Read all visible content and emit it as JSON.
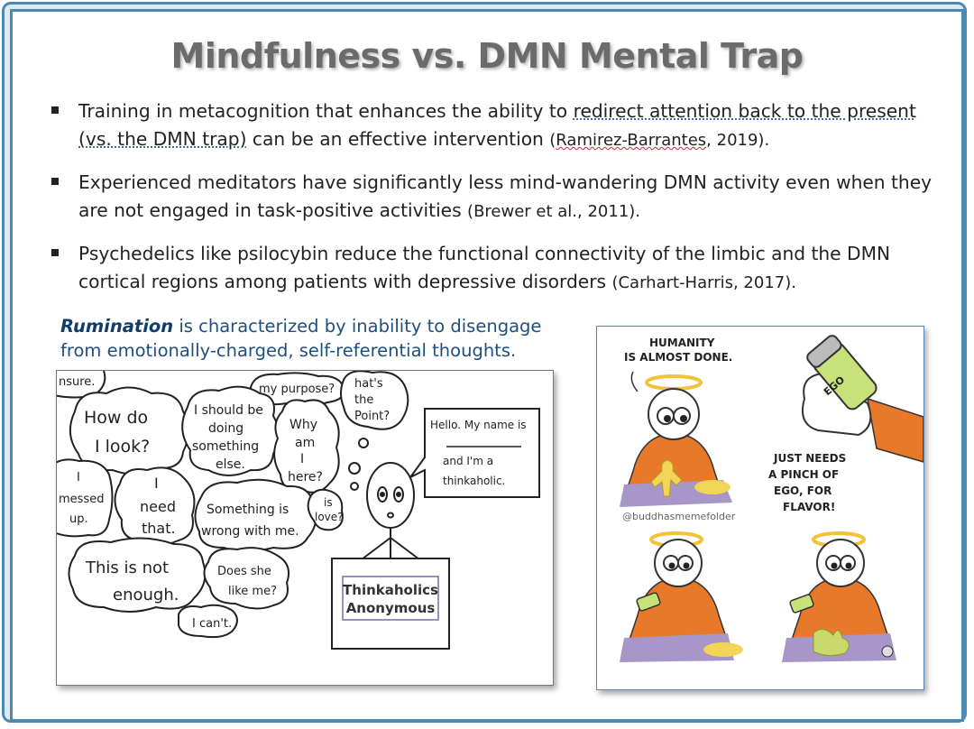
{
  "slide": {
    "title": "Mindfulness vs. DMN Mental Trap",
    "bullets": [
      {
        "underlined": "redirect attention back to the present (vs. the DMN trap)",
        "pre": "Training in metacognition that enhances the ability to ",
        "post": " can be an effective intervention ",
        "cite_pre": "(",
        "cite_name": "Ramirez-Barrantes",
        "cite_post": ", 2019)."
      },
      {
        "text": "Experienced meditators have significantly less mind-wandering DMN activity even when they are not engaged in task-positive activities ",
        "cite": "(Brewer et al., 2011)."
      },
      {
        "text": "Psychedelics like psilocybin reduce the functional connectivity of the limbic and the DMN cortical regions among patients with depressive disorders ",
        "cite": "(Carhart-Harris, 2017)."
      }
    ],
    "rumination": {
      "term": "Rumination",
      "rest": " is characterized by inability to disengage from emotionally-charged, self-referential thoughts."
    }
  },
  "left_cartoon": {
    "bubbles": {
      "insure": "nsure.",
      "purpose": "my purpose?",
      "thats1": "hat's",
      "thats2": "the",
      "thats3": "Point?",
      "how1": "How do",
      "how2": "I look?",
      "should1": "I should be",
      "should2": "doing",
      "should3": "something",
      "should4": "else.",
      "why1": "Why",
      "why2": "am",
      "why3": "I",
      "why4": "here?",
      "messed1": "I",
      "messed2": "messed",
      "messed3": "up.",
      "need1": "I",
      "need2": "need",
      "need3": "that.",
      "wrong1": "Something is",
      "wrong2": "wrong with me.",
      "love1": "is",
      "love2": "love?",
      "notenough1": "This is not",
      "notenough2": "enough.",
      "likeme1": "Does she",
      "likeme2": "like me?",
      "cant": "I can't."
    },
    "speech": {
      "line1": "Hello. My name is",
      "line2": "and I'm a",
      "line3": "thinkaholic."
    },
    "sign": {
      "line1": "Thinkaholics",
      "line2": "Anonymous"
    }
  },
  "right_cartoon": {
    "panel1_line1": "HUMANITY",
    "panel1_line2": "IS ALMOST DONE.",
    "shaker_label": "EGO",
    "caption1": "JUST NEEDS",
    "caption2": "A PINCH OF",
    "caption3": "EGO, FOR",
    "caption4": "FLAVOR!",
    "credit": "@buddhasmemefolder"
  },
  "colors": {
    "frame": "#4b8ab5",
    "title": "#6b6b6b",
    "caption": "#1f4e80",
    "robe": "#e8792a",
    "halo": "#f2c23a",
    "mat": "#a896c8",
    "dough": "#f0d556"
  }
}
